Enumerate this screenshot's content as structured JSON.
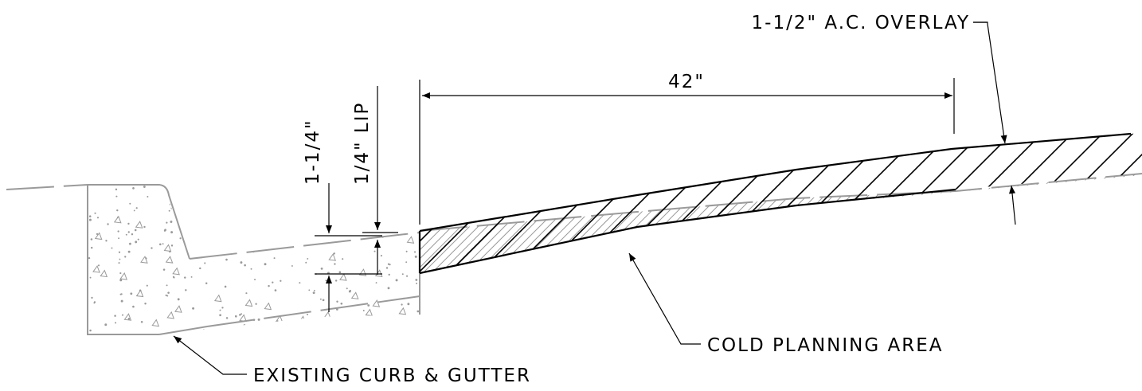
{
  "labels": {
    "overlay": "1-1/2\" A.C. OVERLAY",
    "width": "42\"",
    "depth": "1-1/4\"",
    "lip": "1/4\" LIP",
    "cold_planning": "COLD PLANNING AREA",
    "curb_gutter": "EXISTING CURB & GUTTER"
  },
  "colors": {
    "line": "#000000",
    "existing": "#9a9a9a"
  }
}
